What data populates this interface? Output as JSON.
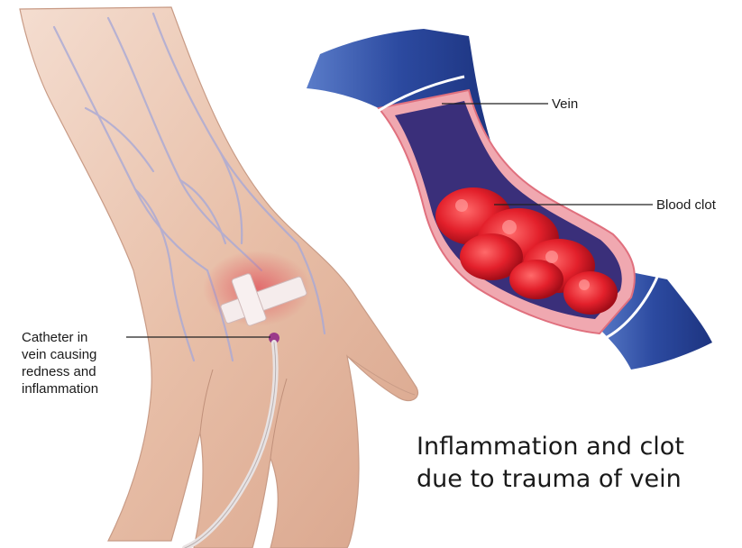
{
  "labels": {
    "vein": "Vein",
    "blood_clot": "Blood clot",
    "catheter_lines": [
      "Catheter in",
      "vein causing",
      "redness and",
      "inflammation"
    ]
  },
  "caption_lines": [
    "Inflammation and clot",
    "due to trauma of vein"
  ],
  "colors": {
    "skin": "#e9c2ad",
    "vein_blue": "#2d4fa3",
    "clot_red": "#e0202a",
    "inflamed_tissue": "#e46a78"
  }
}
